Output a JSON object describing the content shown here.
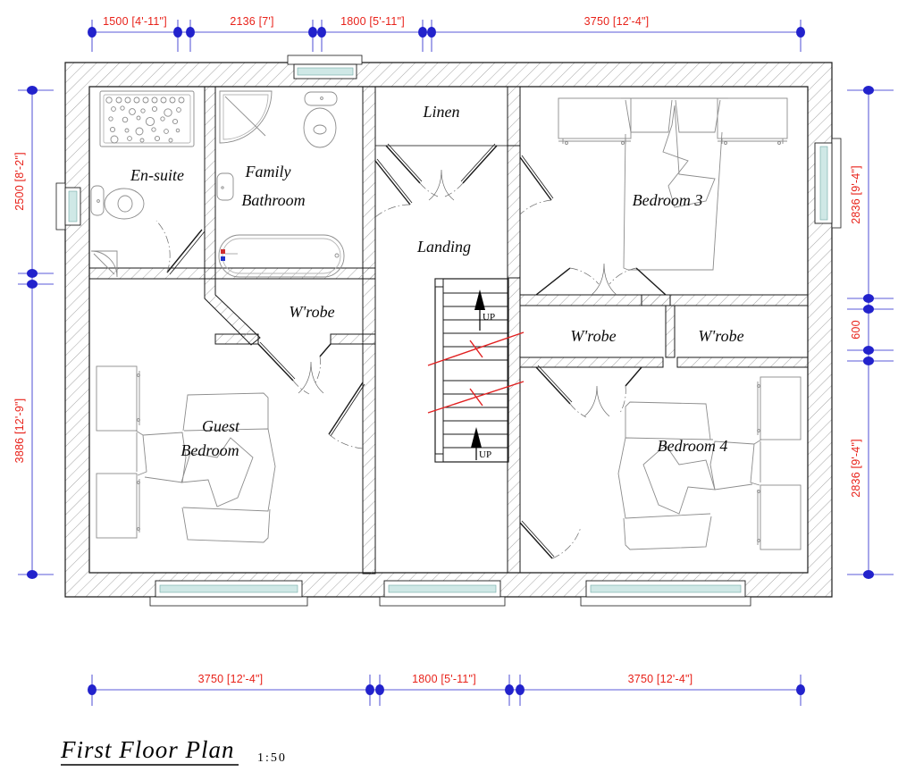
{
  "drawing": {
    "title": "First Floor Plan",
    "scale": "1:50",
    "sheet_bg": "#ffffff",
    "line_color": "#1a1a1a",
    "wall_hatch_color": "#9a9a9a",
    "furniture_color": "#8c8c8c",
    "dimension_color": "#e8221a",
    "dimension_line_color": "#2222cc",
    "glazing_color": "#cfe8e6",
    "break_line_color": "#e12020"
  },
  "dimensions": {
    "top": [
      {
        "label": "1500 [4'-11\"]",
        "value": 1500,
        "imperial": "4'-11\""
      },
      {
        "label": "2136 [7']",
        "value": 2136,
        "imperial": "7'"
      },
      {
        "label": "1800 [5'-11\"]",
        "value": 1800,
        "imperial": "5'-11\""
      },
      {
        "label": "3750 [12'-4\"]",
        "value": 3750,
        "imperial": "12'-4\""
      }
    ],
    "bottom": [
      {
        "label": "3750 [12'-4\"]",
        "value": 3750,
        "imperial": "12'-4\""
      },
      {
        "label": "1800 [5'-11\"]",
        "value": 1800,
        "imperial": "5'-11\""
      },
      {
        "label": "3750 [12'-4\"]",
        "value": 3750,
        "imperial": "12'-4\""
      }
    ],
    "left": [
      {
        "label": "2500 [8'-2\"]",
        "value": 2500,
        "imperial": "8'-2\""
      },
      {
        "label": "3886 [12'-9\"]",
        "value": 3886,
        "imperial": "12'-9\""
      }
    ],
    "right": [
      {
        "label": "2836 [9'-4\"]",
        "value": 2836,
        "imperial": "9'-4\""
      },
      {
        "label": "600",
        "value": 600,
        "imperial": ""
      },
      {
        "label": "2836 [9'-4\"]",
        "value": 2836,
        "imperial": "9'-4\""
      }
    ]
  },
  "rooms": [
    {
      "id": "en-suite",
      "label": "En-suite"
    },
    {
      "id": "family-bathroom",
      "label": "Family",
      "label2": "Bathroom"
    },
    {
      "id": "linen",
      "label": "Linen"
    },
    {
      "id": "bedroom-3",
      "label": "Bedroom 3"
    },
    {
      "id": "landing",
      "label": "Landing"
    },
    {
      "id": "wrobe-1",
      "label": "W'robe"
    },
    {
      "id": "wrobe-2",
      "label": "W'robe"
    },
    {
      "id": "wrobe-3",
      "label": "W'robe"
    },
    {
      "id": "guest-bedroom",
      "label": "Guest",
      "label2": "Bedroom"
    },
    {
      "id": "bedroom-4",
      "label": "Bedroom 4"
    }
  ],
  "stairs": {
    "up_label_upper": "UP",
    "up_label_lower": "UP",
    "treads": 13
  }
}
